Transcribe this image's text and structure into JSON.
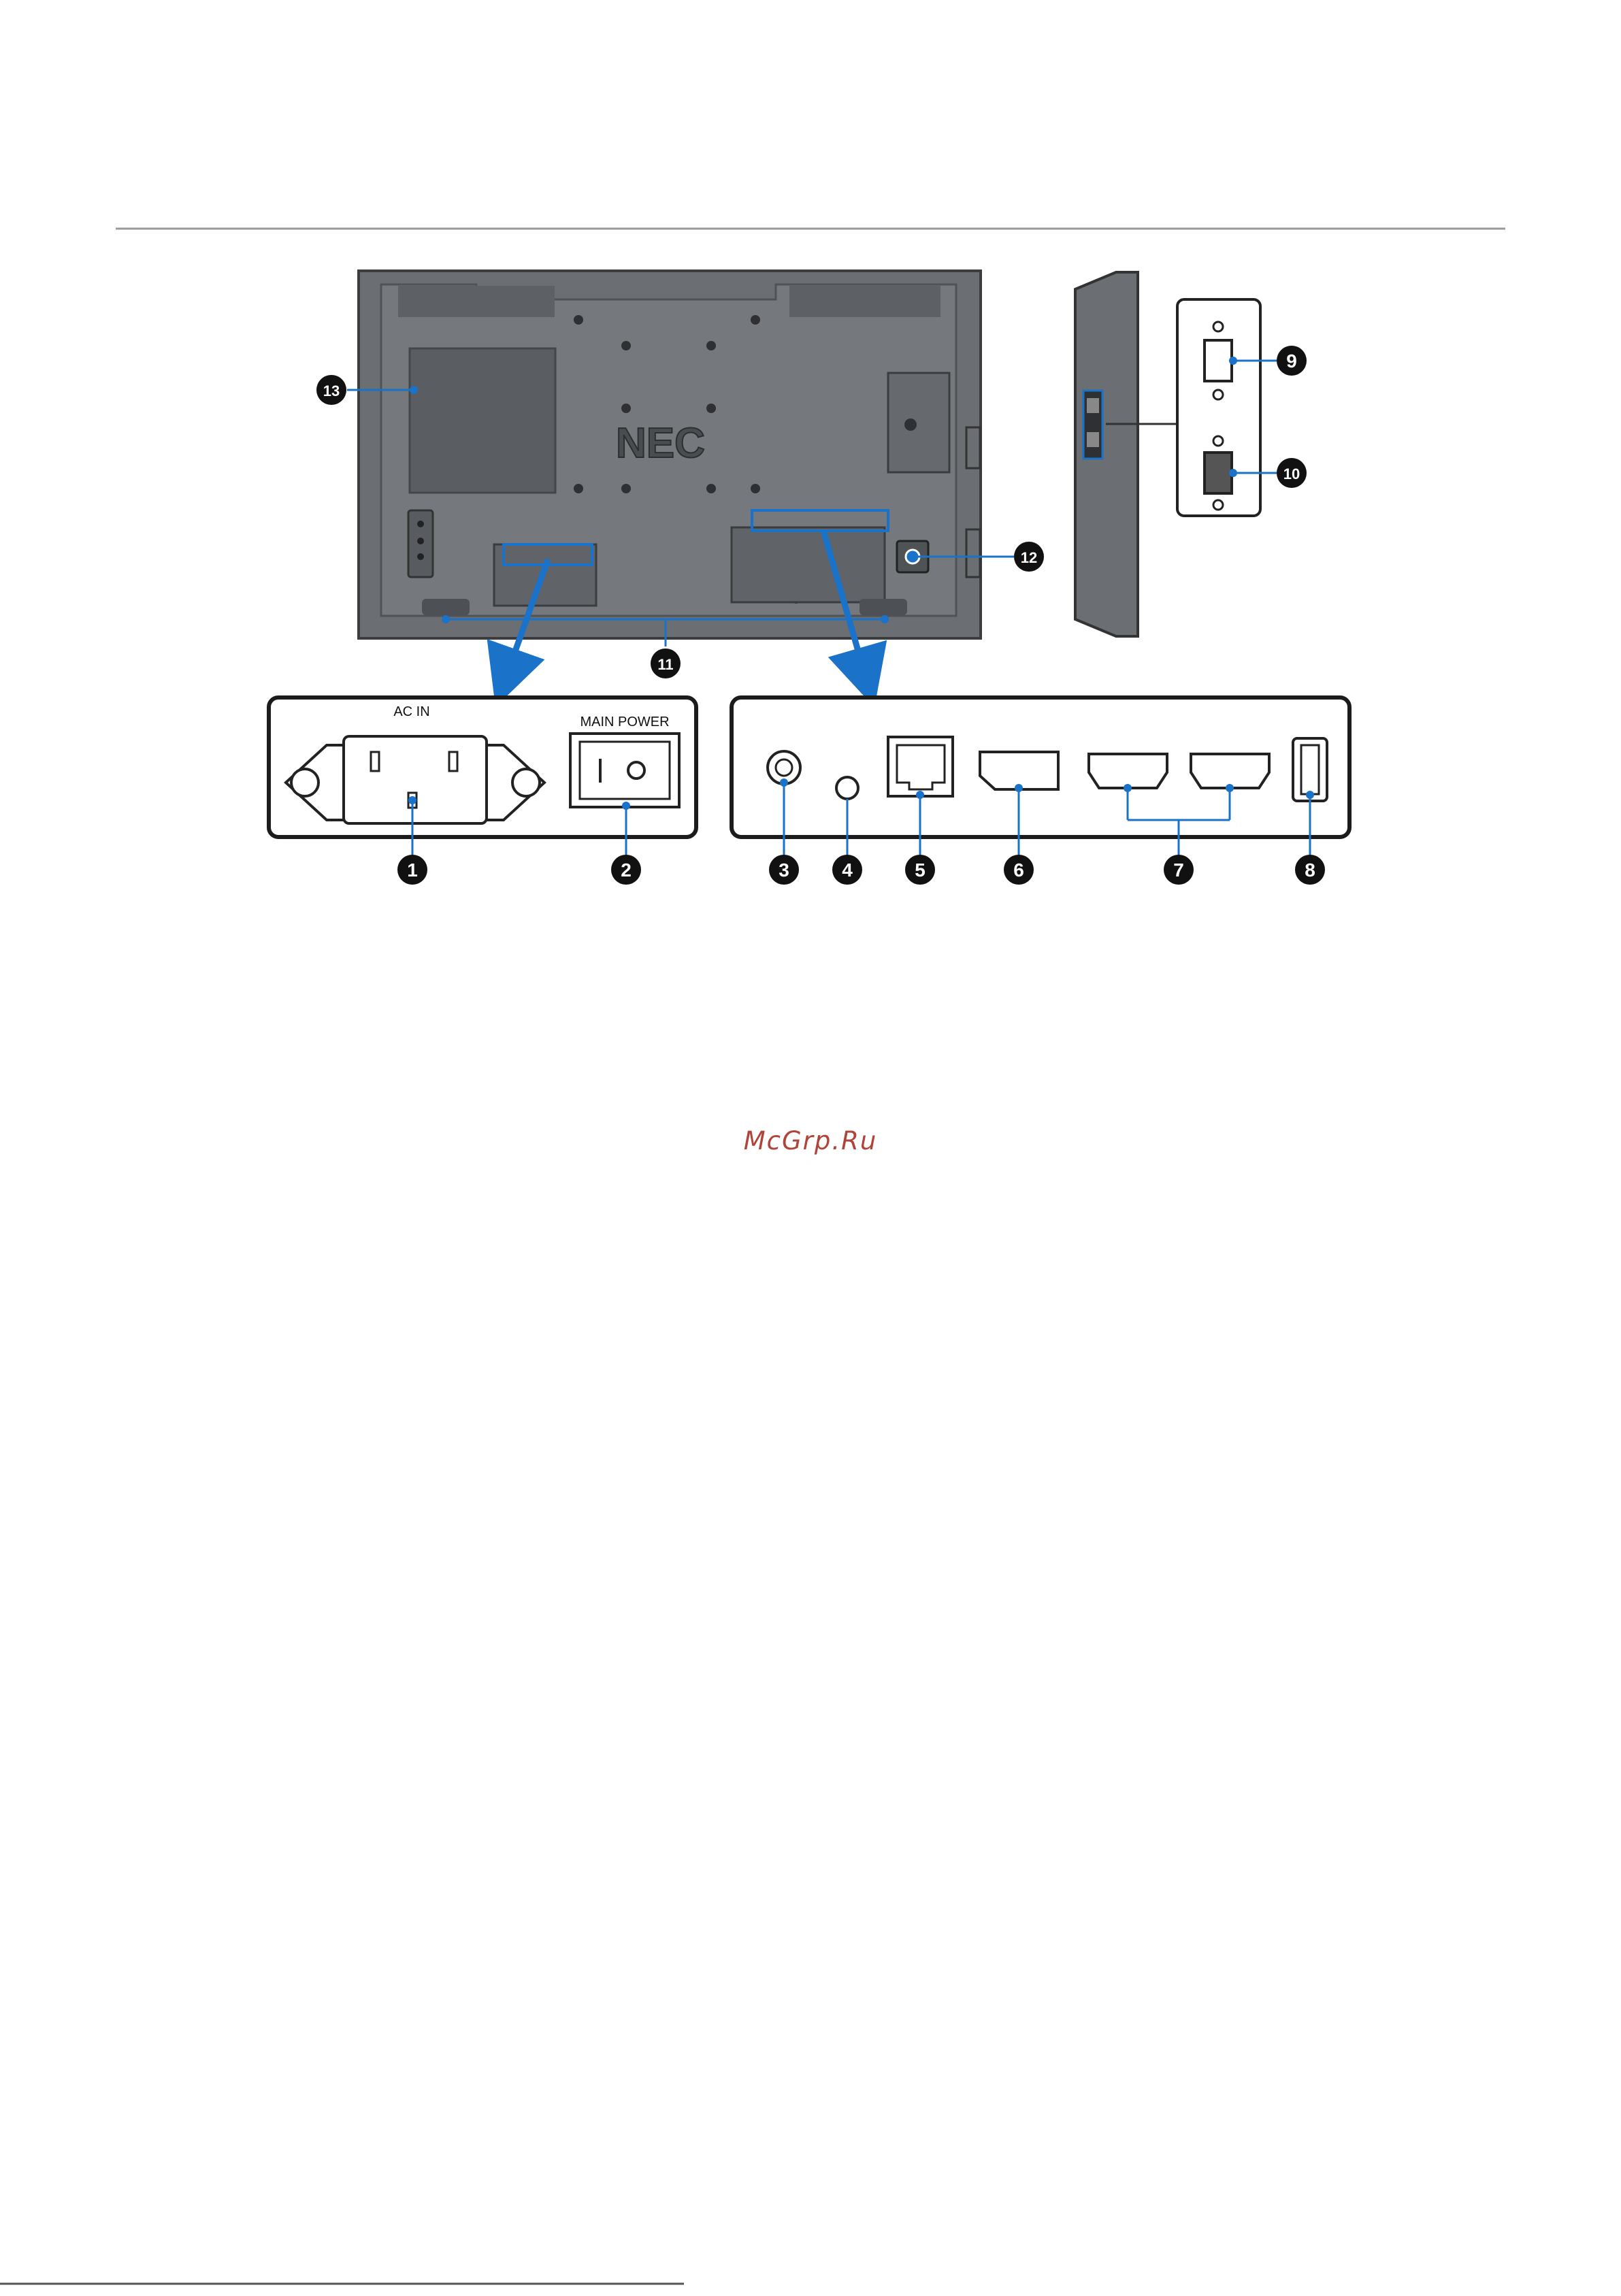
{
  "brand": "NEC",
  "labels": {
    "ac_in": "AC IN",
    "main_power": "MAIN POWER"
  },
  "callouts": [
    "1",
    "2",
    "3",
    "4",
    "5",
    "6",
    "7",
    "8",
    "9",
    "10",
    "11",
    "12",
    "13"
  ],
  "watermark": "McGrp.Ru",
  "colors": {
    "accent_blue": "#1a73c8",
    "callout_black": "#111111",
    "panel_gray": "#6b6e72",
    "line_gray": "#9a9a9a"
  }
}
